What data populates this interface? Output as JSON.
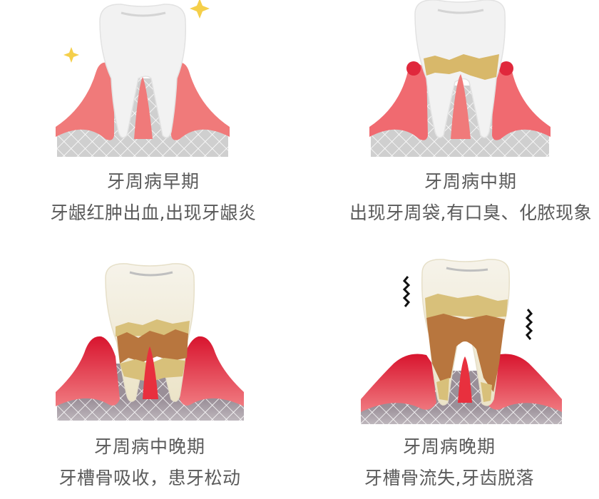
{
  "stages": [
    {
      "id": "early",
      "title": "牙周病早期",
      "description": "牙龈红肿出血,出现牙龈炎",
      "icon": "tooth-healthy-sparkle-icon"
    },
    {
      "id": "middle",
      "title": "牙周病中期",
      "description": "出现牙周袋,有口臭、化脓现象",
      "icon": "tooth-tartar-icon"
    },
    {
      "id": "middle-late",
      "title": "牙周病中晚期",
      "description": "牙槽骨吸收，患牙松动",
      "icon": "tooth-bone-loss-icon"
    },
    {
      "id": "late",
      "title": "牙周病晚期",
      "description": "牙槽骨流失,牙齿脱落",
      "icon": "tooth-loose-icon"
    }
  ],
  "colors": {
    "text": "#5a5a5a",
    "gum_light": "#f07a7a",
    "gum_inflamed": "#e0283c",
    "tooth": "#f2f2f2",
    "tartar_light": "#d8c07a",
    "tartar_dark": "#b8763e",
    "bone": "#cfcfcf",
    "sparkle": "#f5cf4a"
  }
}
